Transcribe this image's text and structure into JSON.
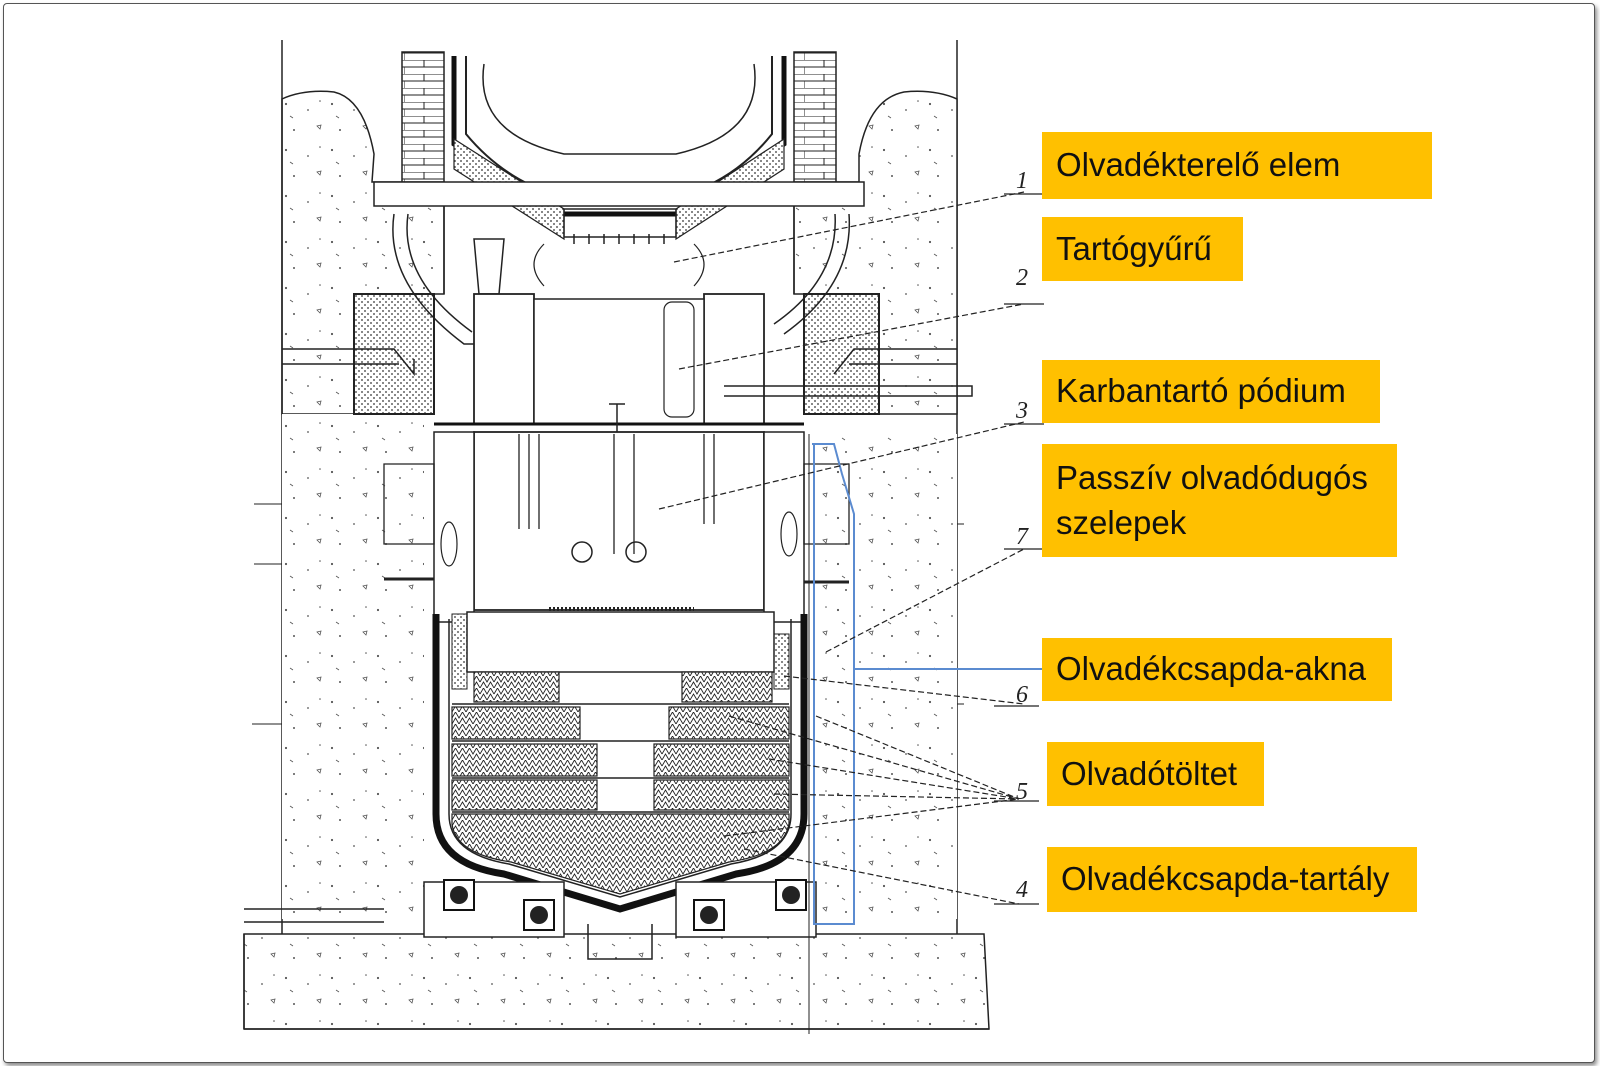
{
  "callouts": {
    "c1": "Olvadékterelő elem",
    "c2": "Tartógyűrű",
    "c3": "Karbantartó pódium",
    "c4": "Passzív olvadódugós szelepek",
    "c5": "Olvadékcsapda-akna",
    "c6": "Olvadótöltet",
    "c7": "Olvadékcsapda-tartály"
  },
  "numbers": {
    "n1": "1",
    "n2": "2",
    "n3": "3",
    "n4": "4",
    "n5": "5",
    "n6": "6",
    "n7": "7"
  },
  "colors": {
    "callout_bg": "#ffc000",
    "leader_blue": "#5b8bd0",
    "line": "#222222"
  }
}
